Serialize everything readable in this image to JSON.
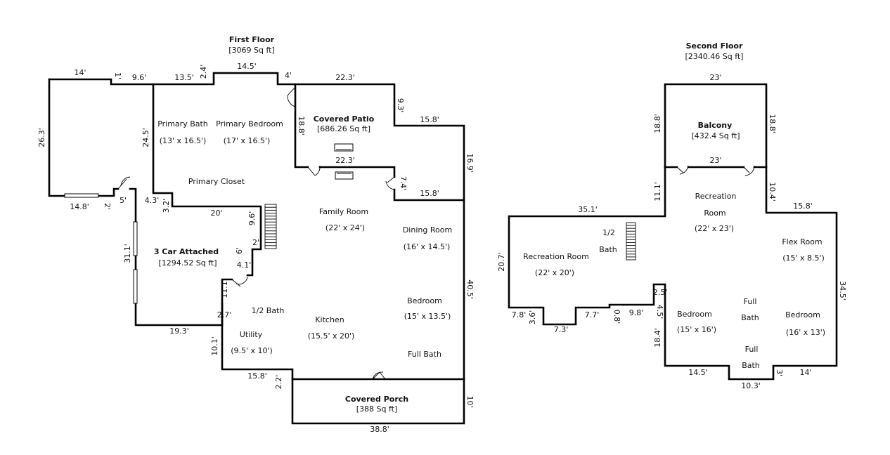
{
  "floors": {
    "first": {
      "title": "First Floor",
      "area": "[3069 Sq ft]",
      "areas": {
        "covered_patio": {
          "name": "Covered Patio",
          "area": "[686.26 Sq ft]"
        },
        "garage": {
          "name": "3 Car Attached",
          "area": "[1294.52 Sq ft]"
        },
        "covered_porch": {
          "name": "Covered Porch",
          "area": "[388 Sq ft]"
        }
      },
      "rooms": {
        "primary_bath": {
          "name": "Primary Bath",
          "size": "(13' x 16.5')"
        },
        "primary_bedroom": {
          "name": "Primary Bedroom",
          "size": "(17' x 16.5')"
        },
        "primary_closet": {
          "name": "Primary Closet"
        },
        "family_room": {
          "name": "Family Room",
          "size": "(22' x 24')"
        },
        "dining_room": {
          "name": "Dining Room",
          "size": "(16' x 14.5')"
        },
        "half_bath": {
          "name": "1/2 Bath"
        },
        "utility": {
          "name": "Utility",
          "size": "(9.5' x 10')"
        },
        "kitchen": {
          "name": "Kitchen",
          "size": "(15.5' x 20')"
        },
        "bedroom": {
          "name": "Bedroom",
          "size": "(15' x 13.5')"
        },
        "full_bath": {
          "name": "Full Bath"
        }
      },
      "dims": {
        "d14": "14'",
        "d1": "1'",
        "d9_6": "9.6'",
        "d13_5": "13.5'",
        "d2_4": "2.4'",
        "d14_5": "14.5'",
        "d4": "4'",
        "d22_3_top": "22.3'",
        "d9_3": "9.3'",
        "d15_8_a": "15.8'",
        "d16_9": "16.9'",
        "d18_8": "18.8'",
        "d22_3_mid": "22.3'",
        "d7_4": "7.4'",
        "d15_8_b": "15.8'",
        "d26_3": "26.3'",
        "d24_5": "24.5'",
        "d14_8": "14.8'",
        "d2": "2'",
        "d5": "5'",
        "d4_3": "4.3'",
        "d3_2": "3.2'",
        "d20": "20'",
        "d9_6b": "9.6'",
        "d2b": "2'",
        "d6": "6'",
        "d4_1": "4.1'",
        "d31_1": "31.1'",
        "d11_1": "11.1'",
        "d2_7": "2.7'",
        "d19_3": "19.3'",
        "d10_1": "10.1'",
        "d15_8_c": "15.8'",
        "d2_2": "2.2'",
        "d40_5": "40.5'",
        "d10": "10'",
        "d38_8": "38.8'"
      }
    },
    "second": {
      "title": "Second Floor",
      "area": "[2340.46 Sq ft]",
      "areas": {
        "balcony": {
          "name": "Balcony",
          "area": "[432.4 Sq ft]"
        }
      },
      "rooms": {
        "recreation_room_a": {
          "line1": "Recreation",
          "line2": "Room",
          "size": "(22' x 23')"
        },
        "recreation_room_b": {
          "name": "Recreation Room",
          "size": "(22' x 20')"
        },
        "half_bath": {
          "line1": "1/2",
          "line2": "Bath"
        },
        "flex_room": {
          "name": "Flex Room",
          "size": "(15' x 8.5')"
        },
        "bedroom_a": {
          "name": "Bedroom",
          "size": "(15' x 16')"
        },
        "bedroom_b": {
          "name": "Bedroom",
          "size": "(16' x 13')"
        },
        "full_bath_a": {
          "line1": "Full",
          "line2": "Bath"
        },
        "full_bath_b": {
          "line1": "Full",
          "line2": "Bath"
        }
      },
      "dims": {
        "d23_top": "23'",
        "d18_8_l": "18.8'",
        "d18_8_r": "18.8'",
        "d23_mid": "23'",
        "d11_1": "11.1'",
        "d10_4": "10.4'",
        "d35_1": "35.1'",
        "d15_8": "15.8'",
        "d20_7": "20.7'",
        "d34_5": "34.5'",
        "d7_8": "7.8'",
        "d3_6": "3.6'",
        "d7_3": "7.3'",
        "d7_7": "7.7'",
        "d0_8": "0.8'",
        "d9_8": "9.8'",
        "d2_5": "2.5'",
        "d4_5": "4.5'",
        "d18_4": "18.4'",
        "d14_5": "14.5'",
        "d10_3": "10.3'",
        "d3": "3'",
        "d14": "14'"
      }
    }
  }
}
